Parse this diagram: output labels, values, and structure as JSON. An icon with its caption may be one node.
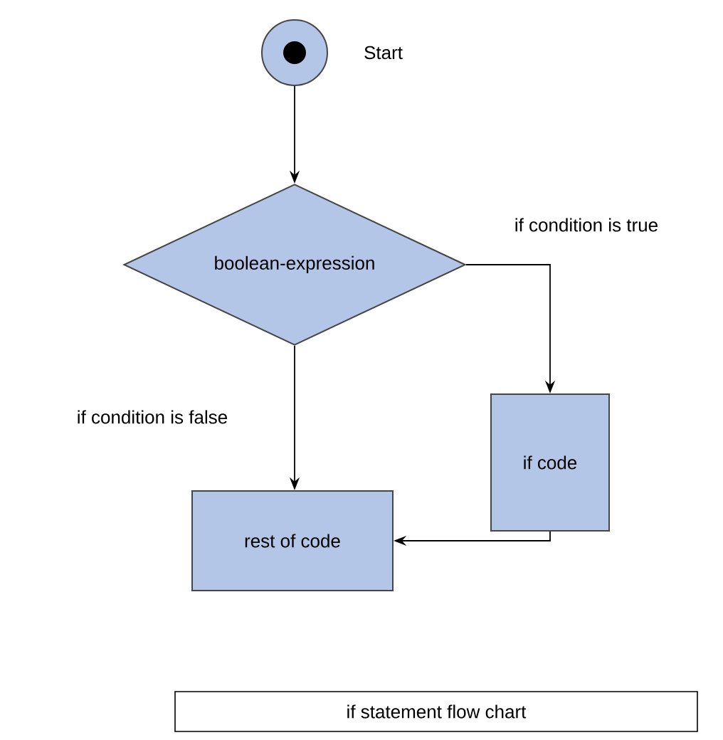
{
  "diagram": {
    "caption": "if statement flow chart",
    "nodes": [
      {
        "text": [],
        "shape": "circle",
        "beside": [
          "Start"
        ]
      },
      {
        "text": [
          "boolean-expression"
        ]
      },
      {
        "text": [
          "if code"
        ]
      },
      {
        "text": [
          "rest of code"
        ]
      }
    ],
    "edges": [
      {
        "from": 0,
        "to": 1,
        "arrow": "to"
      },
      {
        "from": 1,
        "to": 2,
        "arrow": "to",
        "label": "if condition is true"
      },
      {
        "from": 1,
        "to": 3,
        "arrow": "to",
        "label": "if condition is false"
      },
      {
        "from": 2,
        "to": 3,
        "arrow": "to"
      }
    ]
  }
}
